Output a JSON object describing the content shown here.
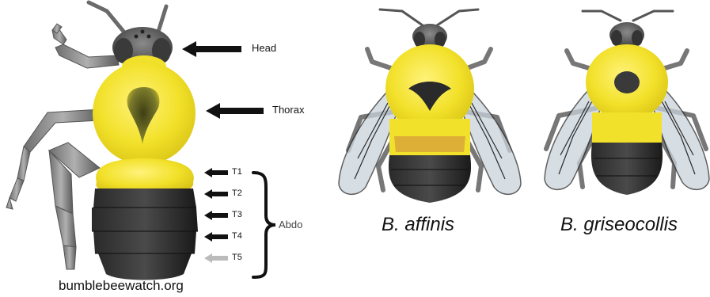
{
  "diagram": {
    "labels": {
      "head": "Head",
      "thorax": "Thorax",
      "abdomen": "Abdo",
      "segments": [
        "T1",
        "T2",
        "T3",
        "T4",
        "T5"
      ]
    },
    "species": [
      "B. affinis",
      "B. griseocollis"
    ],
    "credit": "bumblebeewatch.org"
  },
  "colors": {
    "yellow": "#f2e12a",
    "black": "#1c1c1c",
    "body_grey": "#5c5c5c",
    "leg_grey": "#8a8a8a",
    "wing": "#c9d4dc",
    "vein": "#2a2a2a",
    "thorax_spot": "#6b6b2a",
    "orange_band": "#d8a23a"
  },
  "icons": [
    "arrow-left-icon",
    "brace-icon"
  ]
}
